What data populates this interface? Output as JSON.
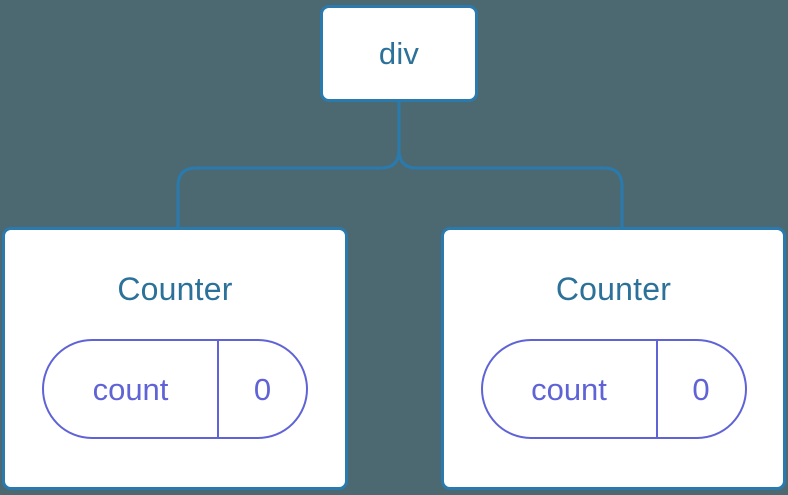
{
  "diagram": {
    "type": "component-tree",
    "background_color": "#4c6972",
    "node_fill_color": "#ffffff",
    "node_border_color": "#2a7aae",
    "node_label_color": "#2c7199",
    "state_accent_color": "#5f63d6",
    "connector_color": "#2a7aae"
  },
  "root": {
    "label": "div"
  },
  "children": [
    {
      "label": "Counter",
      "state": {
        "key": "count",
        "value": "0"
      }
    },
    {
      "label": "Counter",
      "state": {
        "key": "count",
        "value": "0"
      }
    }
  ]
}
